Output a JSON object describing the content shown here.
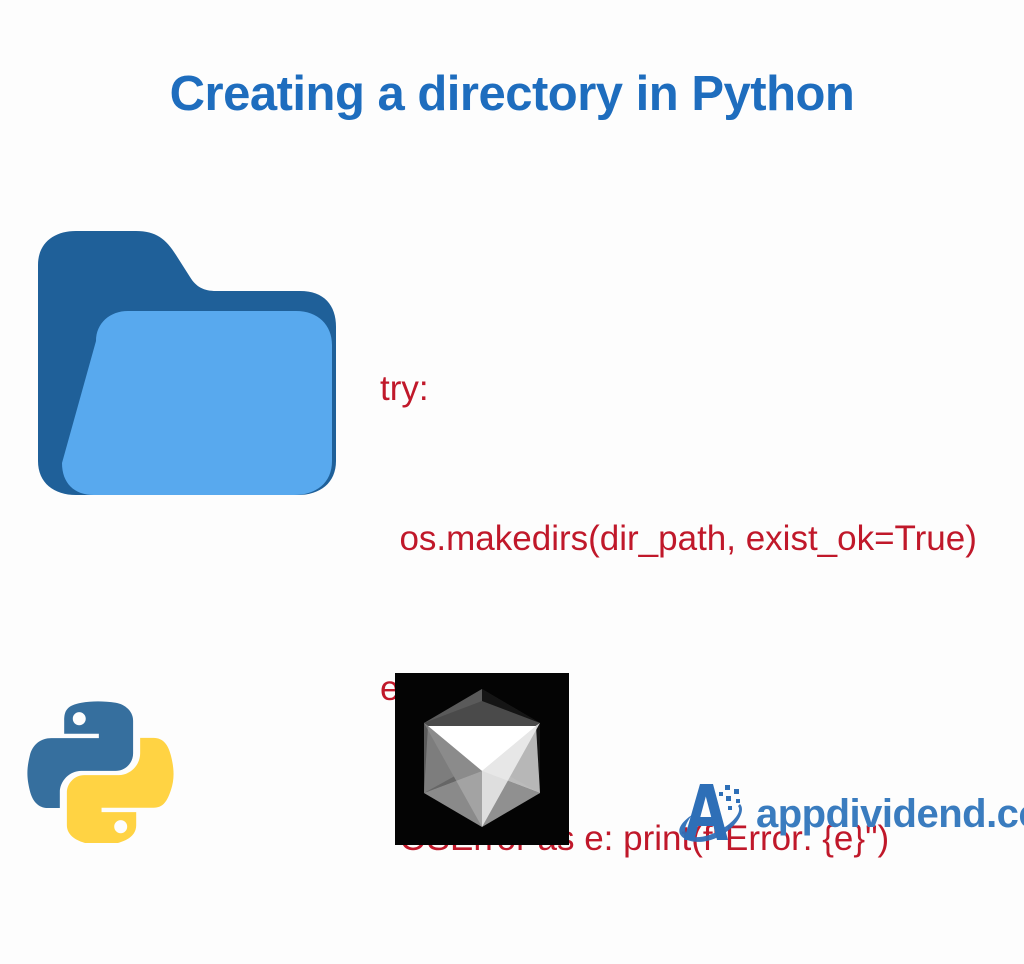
{
  "page": {
    "background_color": "#FDFDFD",
    "title": "Creating a directory in Python",
    "title_color": "#1E6DBE"
  },
  "code_snippet": {
    "color": "#C0182A",
    "lines": [
      "try:",
      "  os.makedirs(dir_path, exist_ok=True)",
      "except",
      "  OSError as e: print(f\"Error: {e}\")"
    ]
  },
  "folder_icon": {
    "name": "folder-icon",
    "back_color": "#1F6099",
    "front_color": "#58A9EE"
  },
  "python_logo": {
    "name": "python-logo",
    "blue": "#366F9E",
    "yellow": "#FFD343"
  },
  "cube_thumbnail": {
    "name": "cube-logo-thumbnail",
    "background_color": "#040404",
    "highlight_color": "#FFFFFF",
    "shade_color": "#8A8A8A"
  },
  "brand": {
    "name": "appdividend-logo",
    "text": "appdividend.com",
    "color": "#3A7CBF"
  }
}
